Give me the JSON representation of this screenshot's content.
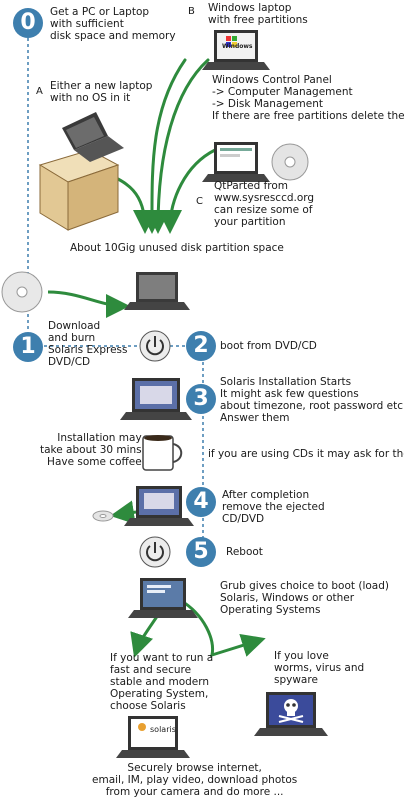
{
  "steps": {
    "s0": {
      "num": "0",
      "text": "Get a PC or Laptop\nwith sufficient\ndisk space and memory"
    },
    "s1": {
      "num": "1",
      "text": "Download\nand burn\nSolaris Express\nDVD/CD"
    },
    "s2": {
      "num": "2",
      "text": "boot from DVD/CD"
    },
    "s3": {
      "num": "3",
      "text": "Solaris Installation Starts\nIt might ask few questions\nabout timezone, root password etc\nAnswer them"
    },
    "s4": {
      "num": "4",
      "text": "After completion\nremove the ejected\nCD/DVD"
    },
    "s5": {
      "num": "5",
      "text": "Reboot"
    }
  },
  "options": {
    "a_letter": "A",
    "a_text": "Either a new laptop\nwith no OS in it",
    "b_letter": "B",
    "b_text": "Windows laptop\nwith free partitions",
    "b_detail": "Windows Control Panel\n-> Computer Management\n-> Disk Management\nIf there are free partitions delete them",
    "c_letter": "C",
    "c_text": "QtParted from\nwww.sysresccd.org\ncan resize some of\nyour partition"
  },
  "windows_logo": "Windows",
  "solaris_logo": "solaris",
  "partition_note": "About 10Gig unused disk partition space",
  "coffee_note": "Installation may\ntake about 30 mins\nHave some coffee",
  "cds_note": "if you are using CDs it may ask for them",
  "grub_note": "Grub gives choice to boot (load)\nSolaris, Windows or other\nOperating Systems",
  "solaris_choice": "If you want to run a\nfast and secure\nstable and modern\nOperating System,\nchoose Solaris",
  "windows_choice": "If you love\nworms, virus and\nspyware",
  "final_note": "Securely browse internet,\nemail, IM, play video, download photos\nfrom your camera and do more ...",
  "colors": {
    "step_blue": "#3e7fae",
    "arrow_green": "#2e8b3d",
    "dash_blue": "#3e7fae",
    "laptop_dark": "#3a3a3a"
  }
}
